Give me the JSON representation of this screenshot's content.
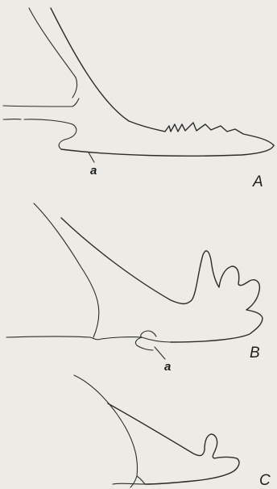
{
  "figure": {
    "panels": [
      {
        "label": "A",
        "point_label": "a"
      },
      {
        "label": "B",
        "point_label": "a"
      },
      {
        "label": "C"
      }
    ]
  }
}
